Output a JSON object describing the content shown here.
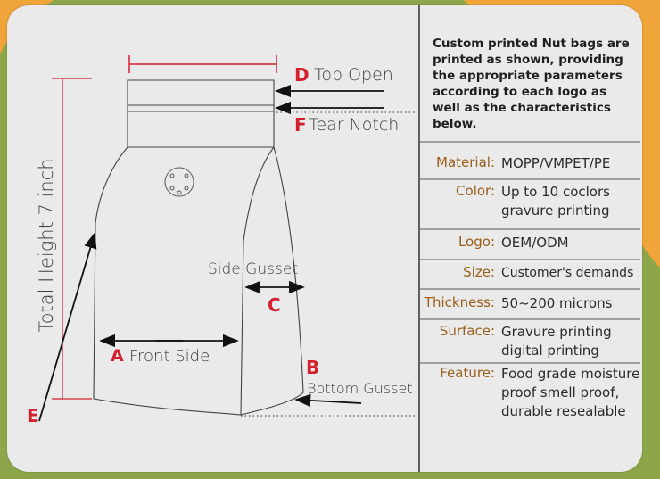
{
  "description": "Custom printed Nut bags are printed as shown, providing the appropriate parameters according to each logo as well as the characteristics below.",
  "labels": {
    "total_height": "Total Height 7 inch",
    "top_open_letter": "D",
    "top_open": "Top Open",
    "tear_notch_letter": "F",
    "tear_notch": "Tear Notch",
    "side_gusset": "Side Gusset",
    "side_gusset_letter": "C",
    "front_side_letter": "A",
    "front_side": "Front Side",
    "bottom_gusset_letter": "B",
    "bottom_gusset": "Bottom Gusset",
    "height_letter": "E"
  },
  "specs": [
    {
      "key": "Material:",
      "value": "MOPP/VMPET/PE"
    },
    {
      "key": "Color:",
      "value": "Up to 10 coclors gravure printing"
    },
    {
      "key": "Logo:",
      "value": "OEM/ODM"
    },
    {
      "key": "Size:",
      "value": "Customer's demands"
    },
    {
      "key": "Thickness:",
      "value": "50~200 microns"
    },
    {
      "key": "Surface:",
      "value": "Gravure printing digital printing"
    },
    {
      "key": "Feature:",
      "value": "Food grade moisture proof smell proof, durable resealable"
    }
  ],
  "colors": {
    "accent_red": "#d4202e",
    "spec_key": "#9b5e1a",
    "card": "#eaeaeb",
    "bg_green": "#8ea64a",
    "bg_orange": "#f0a53a"
  }
}
